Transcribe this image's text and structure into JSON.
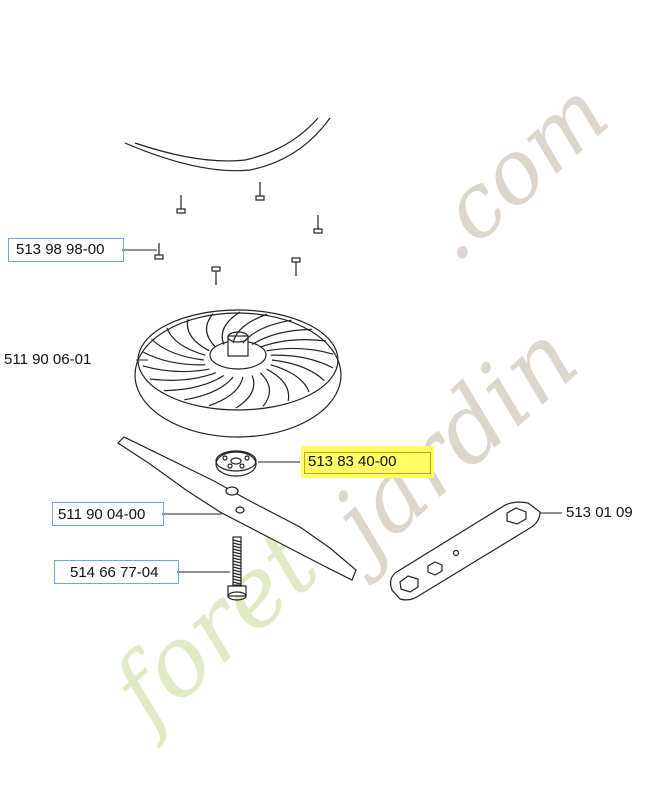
{
  "parts": [
    {
      "id": "screw",
      "number": "513 98 98-00"
    },
    {
      "id": "fan",
      "number": "511 90 06-01"
    },
    {
      "id": "adapter",
      "number": "513 83 40-00",
      "highlighted": true
    },
    {
      "id": "blade",
      "number": "511 90 04-00"
    },
    {
      "id": "bolt",
      "number": "514 66 77-04"
    },
    {
      "id": "wrench",
      "number": "513 01 09"
    }
  ],
  "watermark": {
    "primary": "foretjardin.com",
    "primary_color": "#cfe2a8",
    "secondary_color": "#d8d2c8"
  },
  "colors": {
    "highlight": "#ffff66",
    "label_box": "#6fa8dc",
    "line": "#222222"
  }
}
